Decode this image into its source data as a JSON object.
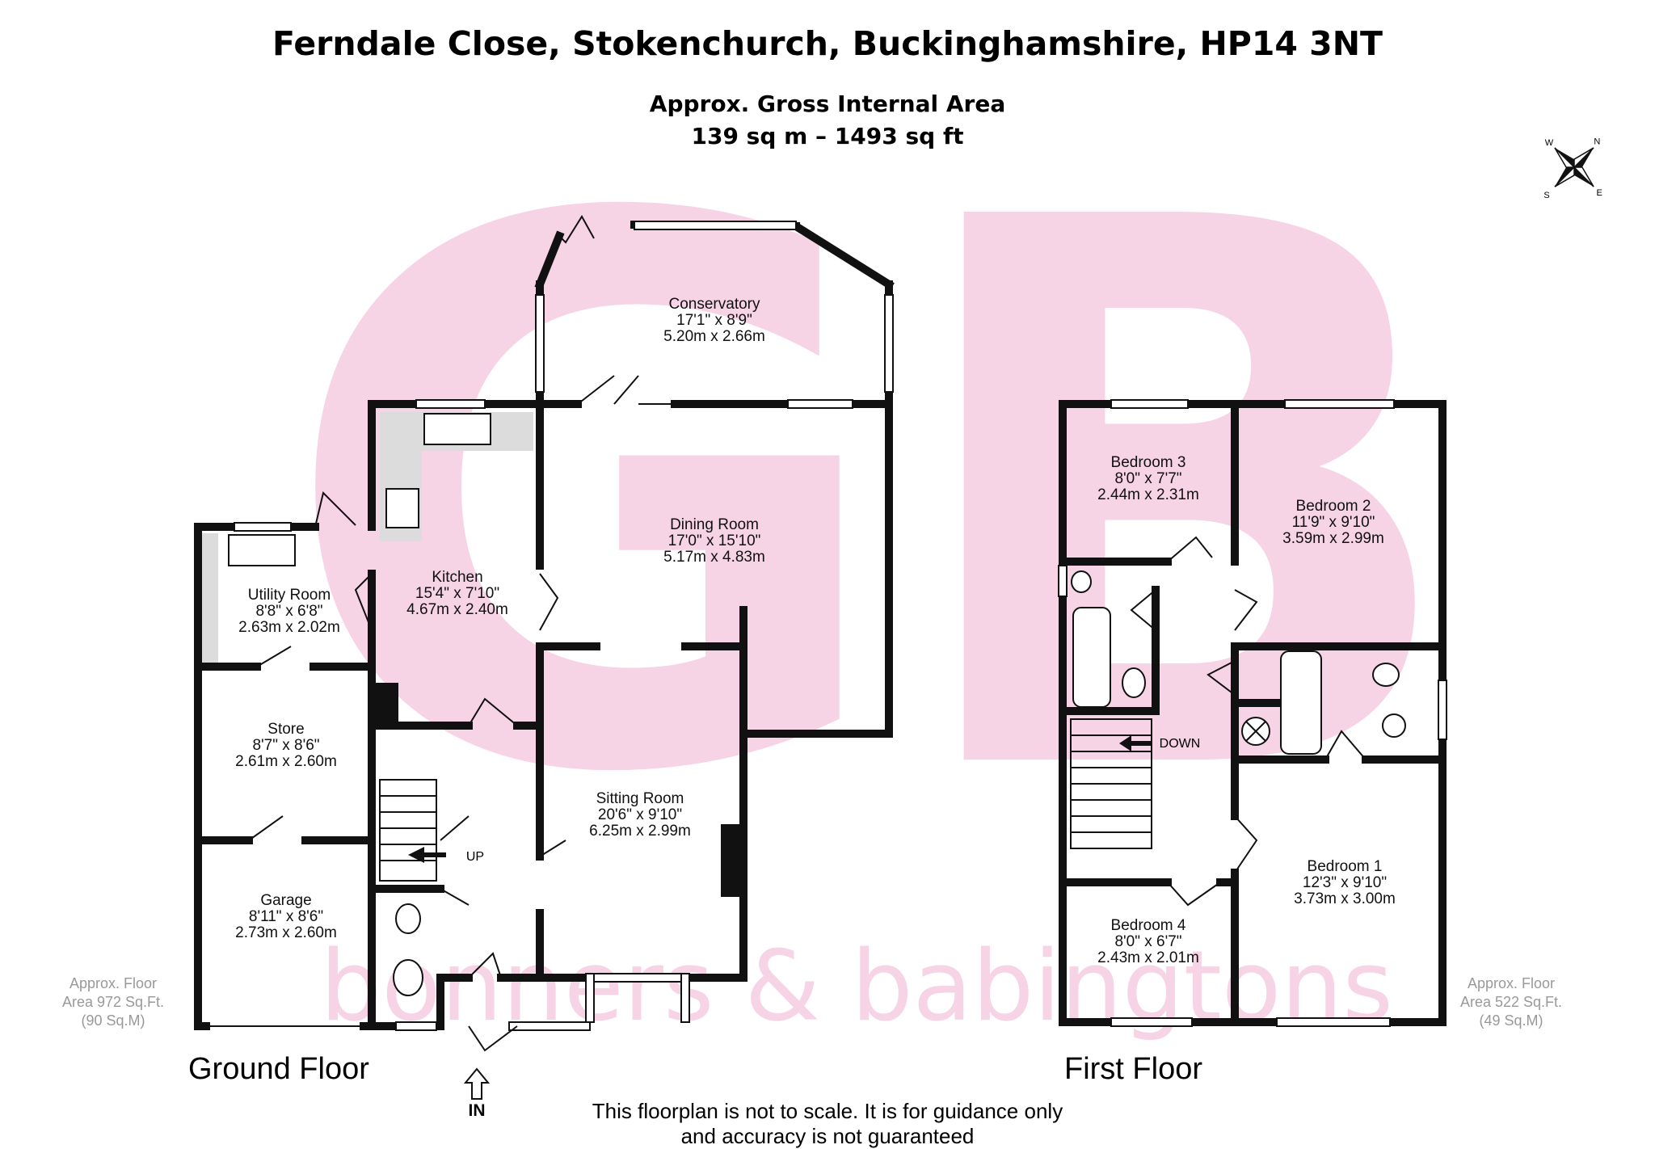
{
  "header": {
    "title": "Ferndale Close, Stokenchurch, Buckinghamshire, HP14 3NT",
    "area_label": "Approx. Gross Internal Area",
    "area_value": "139 sq m – 1493 sq ft"
  },
  "watermark": {
    "monogram": "GB",
    "brand": "bonners & babingtons"
  },
  "compass": {
    "n": "N",
    "s": "S",
    "e": "E",
    "w": "W"
  },
  "ground_floor": {
    "label": "Ground Floor",
    "area_note": [
      "Approx. Floor",
      "Area 972 Sq.Ft.",
      "(90 Sq.M)"
    ],
    "rooms": {
      "conservatory": {
        "name": "Conservatory",
        "imperial": "17'1\"  x 8'9\"",
        "metric": "5.20m  x 2.66m"
      },
      "dining": {
        "name": "Dining Room",
        "imperial": "17'0\"  x 15'10\"",
        "metric": "5.17m  x 4.83m"
      },
      "kitchen": {
        "name": "Kitchen",
        "imperial": "15'4\"  x 7'10\"",
        "metric": "4.67m  x 2.40m"
      },
      "utility": {
        "name": "Utility Room",
        "imperial": "8'8\"  x 6'8\"",
        "metric": "2.63m  x 2.02m"
      },
      "store": {
        "name": "Store",
        "imperial": "8'7\"  x 8'6\"",
        "metric": "2.61m  x 2.60m"
      },
      "garage": {
        "name": "Garage",
        "imperial": "8'11\"  x 8'6\"",
        "metric": "2.73m  x 2.60m"
      },
      "sitting": {
        "name": "Sitting Room",
        "imperial": "20'6\"  x 9'10\"",
        "metric": "6.25m  x 2.99m"
      }
    },
    "stair_label": "UP",
    "entrance_label": "IN"
  },
  "first_floor": {
    "label": "First Floor",
    "area_note": [
      "Approx. Floor",
      "Area 522 Sq.Ft.",
      "(49 Sq.M)"
    ],
    "rooms": {
      "bedroom3": {
        "name": "Bedroom 3",
        "imperial": "8'0\"  x 7'7\"",
        "metric": "2.44m  x 2.31m"
      },
      "bedroom2": {
        "name": "Bedroom 2",
        "imperial": "11'9\"  x 9'10\"",
        "metric": "3.59m  x 2.99m"
      },
      "bedroom1": {
        "name": "Bedroom 1",
        "imperial": "12'3\"  x 9'10\"",
        "metric": "3.73m  x 3.00m"
      },
      "bedroom4": {
        "name": "Bedroom 4",
        "imperial": "8'0\"  x 6'7\"",
        "metric": "2.43m  x 2.01m"
      }
    },
    "stair_label": "DOWN"
  },
  "disclaimer": [
    "This floorplan is not to scale. It is for guidance only",
    "and accuracy is not guaranteed"
  ],
  "colors": {
    "wall": "#111111",
    "watermark": "#f7d3e6",
    "fixture_fill": "#dcdcdc",
    "text": "#111111"
  }
}
